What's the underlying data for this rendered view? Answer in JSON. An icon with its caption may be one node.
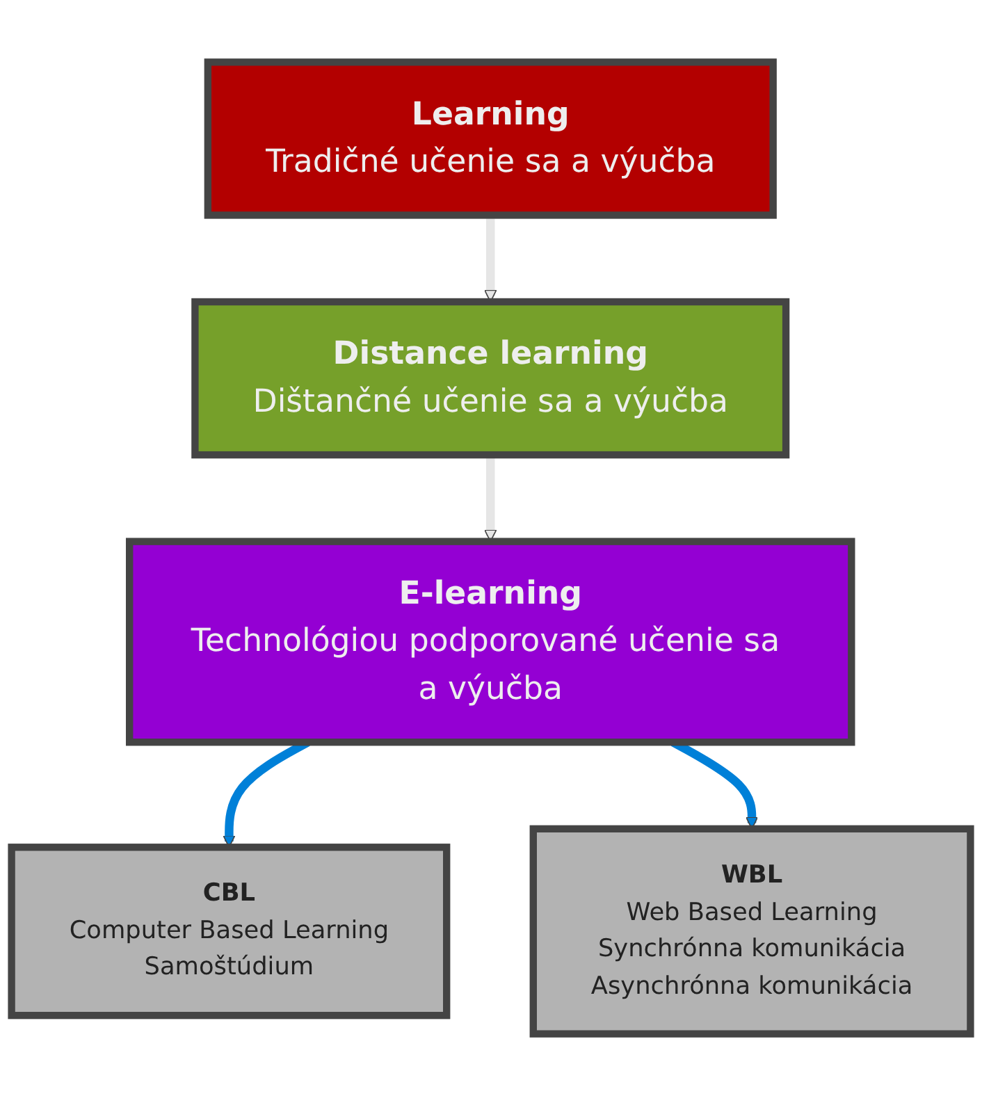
{
  "diagram": {
    "nodes": [
      {
        "text": [
          "Learning",
          "Tradičné učenie sa a výučba"
        ]
      },
      {
        "text": [
          "Distance learning",
          "Dištančné učenie sa a výučba"
        ]
      },
      {
        "text": [
          "E-learning",
          "Technológiou podporované učenie sa a výučba"
        ]
      },
      {
        "text": [
          "CBL",
          "Computer Based Learning",
          "Samoštúdium"
        ]
      },
      {
        "text": [
          "WBL",
          "Web Based Learning",
          "Synchrónna komunikácia",
          "Asynchrónna komunikácia"
        ]
      }
    ],
    "edges": [
      {
        "from": 0,
        "to": 1,
        "arrow": "to",
        "color": "#e6e6e6"
      },
      {
        "from": 1,
        "to": 2,
        "arrow": "to",
        "color": "#e6e6e6"
      },
      {
        "from": 2,
        "to": 3,
        "arrow": "to",
        "color": "#0080d8"
      },
      {
        "from": 2,
        "to": 4,
        "arrow": "to",
        "color": "#0080d8"
      }
    ]
  }
}
